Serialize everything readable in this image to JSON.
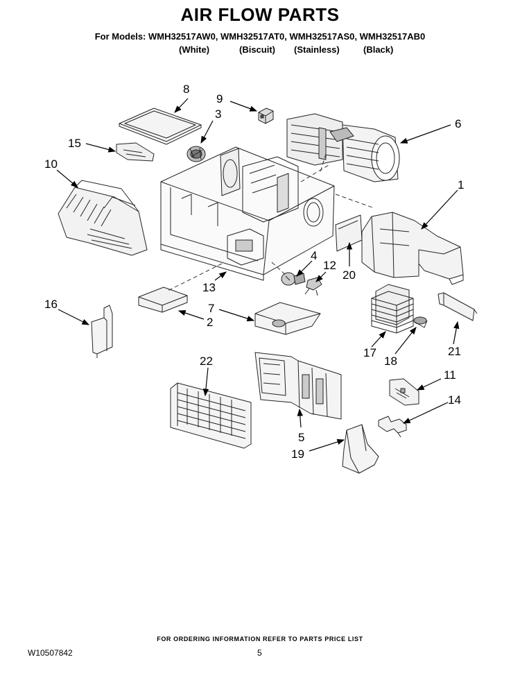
{
  "header": {
    "title": "AIR FLOW PARTS",
    "models": "For Models: WMH32517AW0, WMH32517AT0, WMH32517AS0, WMH32517AB0",
    "colors": [
      "(White)",
      "(Biscuit)",
      "(Stainless)",
      "(Black)"
    ]
  },
  "callouts": {
    "c1": "1",
    "c2": "2",
    "c3": "3",
    "c4": "4",
    "c5": "5",
    "c6": "6",
    "c7": "7",
    "c8": "8",
    "c9": "9",
    "c10": "10",
    "c11": "11",
    "c12": "12",
    "c13": "13",
    "c14": "14",
    "c15": "15",
    "c16": "16",
    "c17": "17",
    "c18": "18",
    "c19": "19",
    "c20": "20",
    "c21": "21",
    "c22": "22"
  },
  "footer": {
    "ordering": "FOR ORDERING INFORMATION REFER TO PARTS PRICE LIST",
    "doc_number": "W10507842",
    "page": "5"
  }
}
